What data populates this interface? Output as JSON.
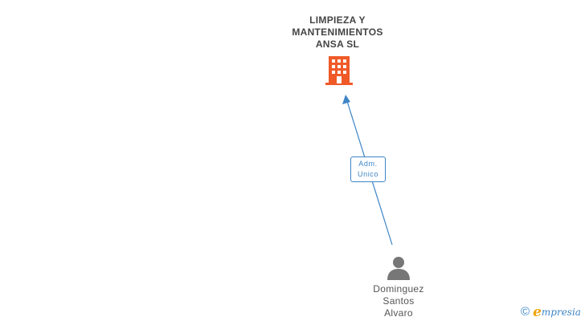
{
  "company": {
    "name_lines": [
      "LIMPIEZA Y",
      "MANTENIMIENTOS",
      "ANSA SL"
    ],
    "icon": "building-icon",
    "color": "#f05a28"
  },
  "relation": {
    "role_lines": [
      "Adm.",
      "Unico"
    ],
    "color": "#3d85c6"
  },
  "person": {
    "name_lines": [
      "Dominguez",
      "Santos",
      "Alvaro"
    ],
    "icon": "person-icon",
    "color": "#777777"
  },
  "branding": {
    "copyright_symbol": "©",
    "logo_initial": "e",
    "logo_rest": "mpresia"
  }
}
